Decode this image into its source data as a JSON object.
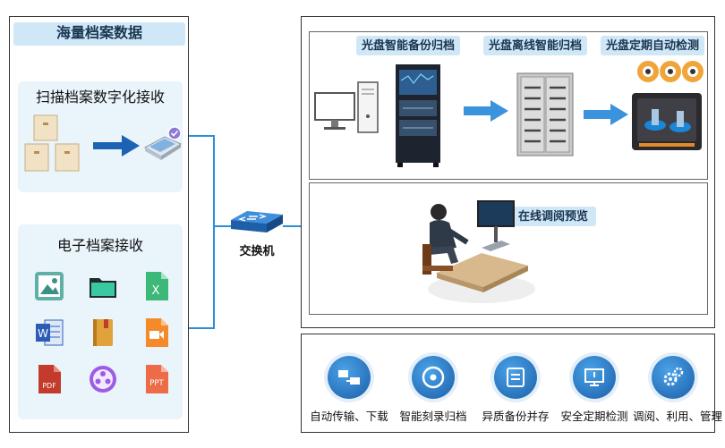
{
  "left_panel": {
    "title": "海量档案数据",
    "scan_section": {
      "title": "扫描档案数字化接收"
    },
    "electronic_section": {
      "title": "电子档案接收",
      "file_icons": [
        {
          "name": "image-file-icon"
        },
        {
          "name": "folder-icon"
        },
        {
          "name": "excel-file-icon",
          "letter": "X"
        },
        {
          "name": "word-file-icon",
          "letter": "W"
        },
        {
          "name": "book-file-icon"
        },
        {
          "name": "video-file-icon"
        },
        {
          "name": "pdf-file-icon",
          "letter": "PDF"
        },
        {
          "name": "media-file-icon"
        },
        {
          "name": "ppt-file-icon",
          "letter": "PPT"
        }
      ]
    }
  },
  "switch": {
    "label": "交换机"
  },
  "backup_panel": {
    "step1": "光盘智能备份归档",
    "step2": "光盘离线智能归档",
    "step3": "光盘定期自动检测"
  },
  "preview_panel": {
    "label": "在线调阅预览"
  },
  "features": [
    {
      "icon": "transfer-icon",
      "label": "自动传输、下载"
    },
    {
      "icon": "disc-icon",
      "label": "智能刻录归档"
    },
    {
      "icon": "archive-box-icon",
      "label": "异质备份并存"
    },
    {
      "icon": "monitor-check-icon",
      "label": "安全定期检测"
    },
    {
      "icon": "gears-icon",
      "label": "调阅、利用、管理"
    }
  ],
  "colors": {
    "accent_blue": "#2a8fd8",
    "pill_bg": "#cfe7f7",
    "card_bg": "#eaf4fb"
  }
}
